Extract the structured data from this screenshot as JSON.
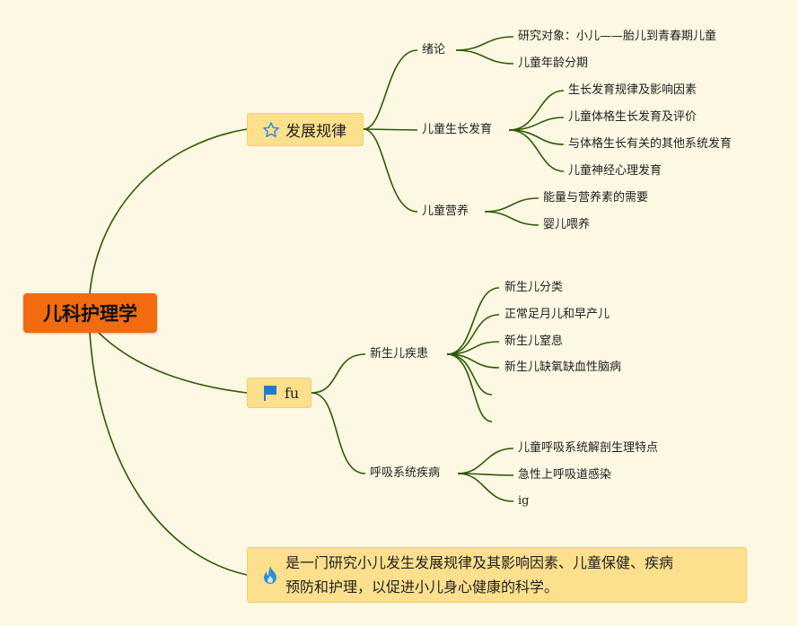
{
  "root": {
    "label": "儿科护理学"
  },
  "topics": [
    {
      "label": "发展规律",
      "icon": "star-outline-icon",
      "children": [
        {
          "label": "绪论",
          "children": [
            "研究对象：小儿——胎儿到青春期儿童",
            "儿童年龄分期"
          ]
        },
        {
          "label": "儿童生长发育",
          "children": [
            "生长发育规律及影响因素",
            "儿童体格生长发育及评价",
            "与体格生长有关的其他系统发育",
            "儿童神经心理发育"
          ]
        },
        {
          "label": "儿童营养",
          "children": [
            "能量与营养素的需要",
            "婴儿喂养"
          ]
        }
      ]
    },
    {
      "label": "fu",
      "icon": "blue-flag-icon",
      "children": [
        {
          "label": "新生儿疾患",
          "children": [
            "新生儿分类",
            "正常足月儿和早产儿",
            "新生儿窒息",
            "新生儿缺氧缺血性脑病",
            "",
            ""
          ]
        },
        {
          "label": "呼吸系统疾病",
          "children": [
            "儿童呼吸系统解剖生理特点",
            "急性上呼吸道感染",
            "ig"
          ]
        }
      ]
    },
    {
      "icon": "flame-icon",
      "lines": [
        "是一门研究小儿发生发展规律及其影响因素、儿童保健、疾病",
        "预防和护理，以促进小儿身心健康的科学。"
      ]
    }
  ],
  "colors": {
    "branch_line": "#2d5a05",
    "root_fill": "#f26b0f",
    "topic_fill": "#fde08d",
    "background": "#fdf8e3",
    "star_icon": "#2f8fd8",
    "flag_icon": "#1f7ad4",
    "flame_icon": "#2f8fd8"
  }
}
